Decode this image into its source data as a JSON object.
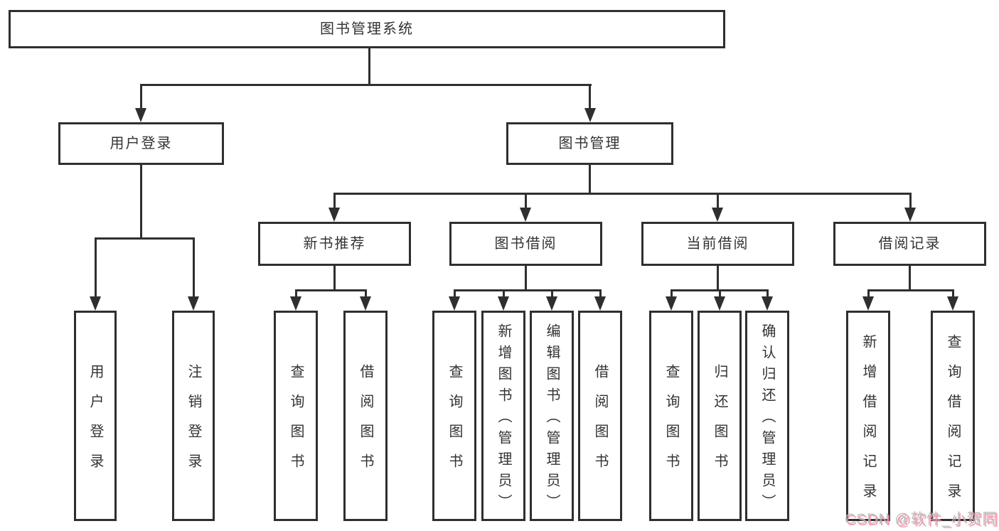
{
  "tree": {
    "root": "图书管理系统",
    "login": {
      "label": "用户登录",
      "children": [
        "用户登录",
        "注销登录"
      ]
    },
    "manage": {
      "label": "图书管理",
      "sections": {
        "recommend": {
          "label": "新书推荐",
          "children": [
            "查询图书",
            "借阅图书"
          ]
        },
        "borrow": {
          "label": "图书借阅",
          "children": [
            "查询图书",
            "新增图书（管理员）",
            "编辑图书（管理员）",
            "借阅图书"
          ]
        },
        "current": {
          "label": "当前借阅",
          "children": [
            "查询图书",
            "归还图书",
            "确认归还（管理员）"
          ]
        },
        "records": {
          "label": "借阅记录",
          "children": [
            "新增借阅记录",
            "查询借阅记录"
          ]
        }
      }
    }
  },
  "watermark": {
    "text": "CSDN @软件_小贺同学"
  },
  "colors": {
    "line": "#2f2f2f",
    "text": "#333333",
    "background": "#ffffff",
    "watermark": "#b5b5b5",
    "watermark_accent": "#fa82a0"
  }
}
